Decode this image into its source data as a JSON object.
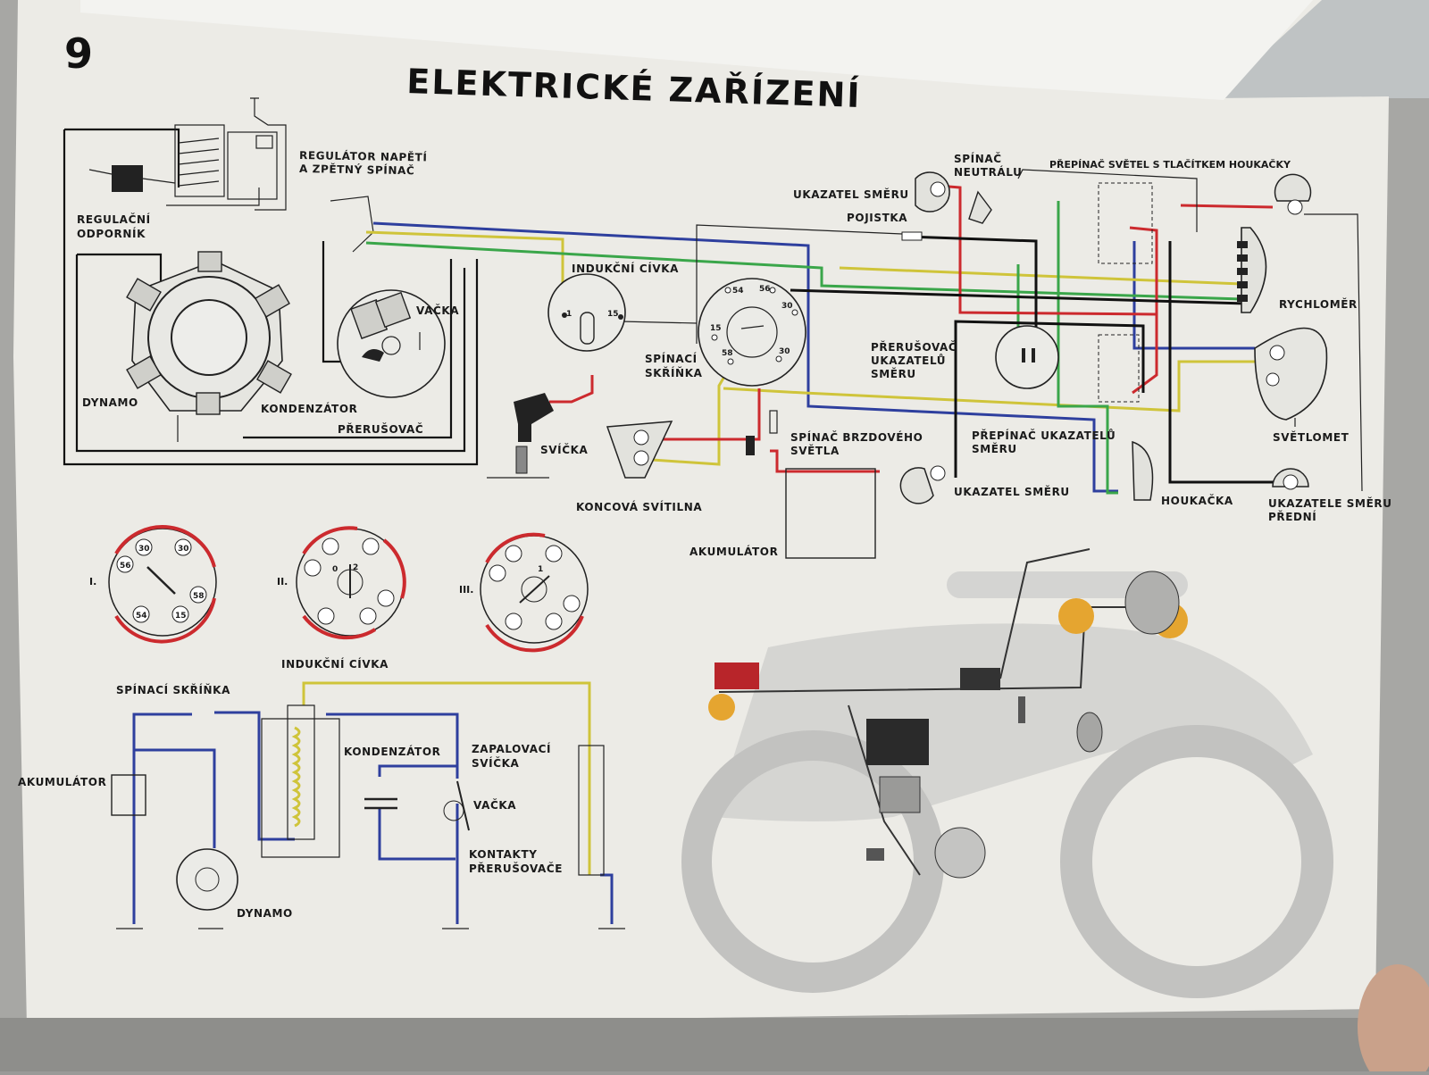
{
  "poster": {
    "number": "9",
    "title": "ELEKTRICKÉ ZAŘÍZENÍ"
  },
  "colors": {
    "paper": "#eeeeea",
    "wire_blue": "#2e3f9e",
    "wire_yellow": "#cfc43a",
    "wire_green": "#3aa64a",
    "wire_red": "#cc2a2e",
    "wire_black": "#111111"
  },
  "labels": {
    "regulator_1": "REGULÁTOR NAPĚTÍ",
    "regulator_2": "A ZPĚTNÝ SPÍNAČ",
    "odpornik_1": "REGULAČNÍ",
    "odpornik_2": "ODPORNÍK",
    "vacka": "VAČKA",
    "dynamo": "DYNAMO",
    "kondenzator": "KONDENZÁTOR",
    "prerusovac": "PŘERUŠOVAČ",
    "indukcni_civka": "INDUKČNÍ CÍVKA",
    "spinaci_1": "SPÍNACÍ",
    "spinaci_2": "SKŘÍŇKA",
    "svicka": "SVÍČKA",
    "koncova": "KONCOVÁ SVÍTILNA",
    "brzd_1": "SPÍNAČ BRZDOVÉHO",
    "brzd_2": "SVĚTLA",
    "akumulator": "AKUMULÁTOR",
    "spinac_neutralu_1": "SPÍNAČ",
    "spinac_neutralu_2": "NEUTRÁLU",
    "prepinac_svetel": "PŘEPÍNAČ SVĚTEL S TLAČÍTKEM HOUKAČKY",
    "ukazatel_smeru": "UKAZATEL SMĚRU",
    "pojistka": "POJISTKA",
    "rychlomer": "RYCHLOMĚR",
    "prerus_ukaz_1": "PŘERUŠOVAČ",
    "prerus_ukaz_2": "UKAZATELŮ",
    "prerus_ukaz_3": "SMĚRU",
    "svetlomet": "SVĚTLOMET",
    "prepinac_ukaz_1": "PŘEPÍNAČ UKAZATELŮ",
    "prepinac_ukaz_2": "SMĚRU",
    "ukazatel_smeru_2": "UKAZATEL SMĚRU",
    "houkacka": "HOUKAČKA",
    "ukazatele_predni_1": "UKAZATELE SMĚRU",
    "ukazatele_predni_2": "PŘEDNÍ"
  },
  "switch_terminals": [
    "54",
    "56",
    "30",
    "15",
    "58",
    "30"
  ],
  "coil_terminals": [
    "1",
    "15"
  ],
  "switch_positions": {
    "labels": [
      "I.",
      "II.",
      "III."
    ],
    "pos1_terminals": [
      "30",
      "30",
      "56",
      "58",
      "54",
      "15"
    ],
    "dial_marks": [
      "0",
      "1",
      "2"
    ]
  },
  "ignition_schematic": {
    "spinaci": "SPÍNACÍ SKŘÍŇKA",
    "indukcni": "INDUKČNÍ CÍVKA",
    "akumulator": "AKUMULÁTOR",
    "kondenzator": "KONDENZÁTOR",
    "zapalovaci_1": "ZAPALOVACÍ",
    "zapalovaci_2": "SVÍČKA",
    "vacka": "VAČKA",
    "kontakty_1": "KONTAKTY",
    "kontakty_2": "PŘERUŠOVAČE",
    "dynamo": "DYNAMO"
  }
}
